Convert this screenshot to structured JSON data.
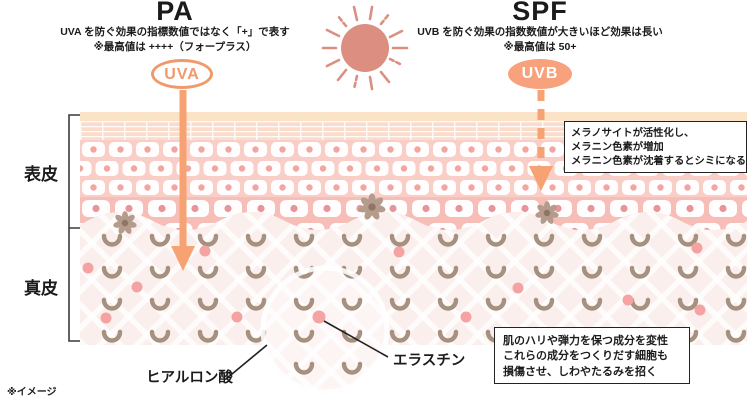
{
  "pa": {
    "title": "PA",
    "description_line1": "UVA を防ぐ効果の指標数値ではなく「+」で表す",
    "description_line2": "※最高値は ++++（フォープラス）",
    "badge": "UVA"
  },
  "spf": {
    "title": "SPF",
    "description_line1": "UVB を防ぐ効果の指数数値が大きいほど効果は長い",
    "description_line2": "※最高値は 50+",
    "badge": "UVB"
  },
  "layers": {
    "epidermis": "表皮",
    "dermis": "真皮"
  },
  "callout_melanin": {
    "line1": "メラノサイトが活性化し、",
    "line2": "メラニン色素が増加",
    "line3": "メラニン色素が沈着するとシミになる"
  },
  "callout_wrinkle": {
    "line1": "肌のハリや弾力を保つ成分を変性",
    "line2": "これらの成分をつくりだす細胞も",
    "line3": "損傷させ、しわやたるみを招く"
  },
  "labels": {
    "hyaluronic_acid": "ヒアルロン酸",
    "elastin": "エラスチン",
    "image_note": "※イメージ"
  },
  "icons": {
    "sun": "sun-icon",
    "uva_arrow": "solid-down-arrow",
    "uvb_arrow": "dashed-down-arrow",
    "melanocyte": "melanocyte-flower"
  },
  "colors": {
    "accent_orange": "#F5A06E",
    "sun_pink": "#DC8E81",
    "epidermis_pink": "#F9CEC7",
    "deep_pink_band": "#F7BDB7",
    "dermis_pink": "#FBEFEE",
    "collagen_brown": "#A6917F",
    "dot_pink": "#F4A3A2"
  }
}
